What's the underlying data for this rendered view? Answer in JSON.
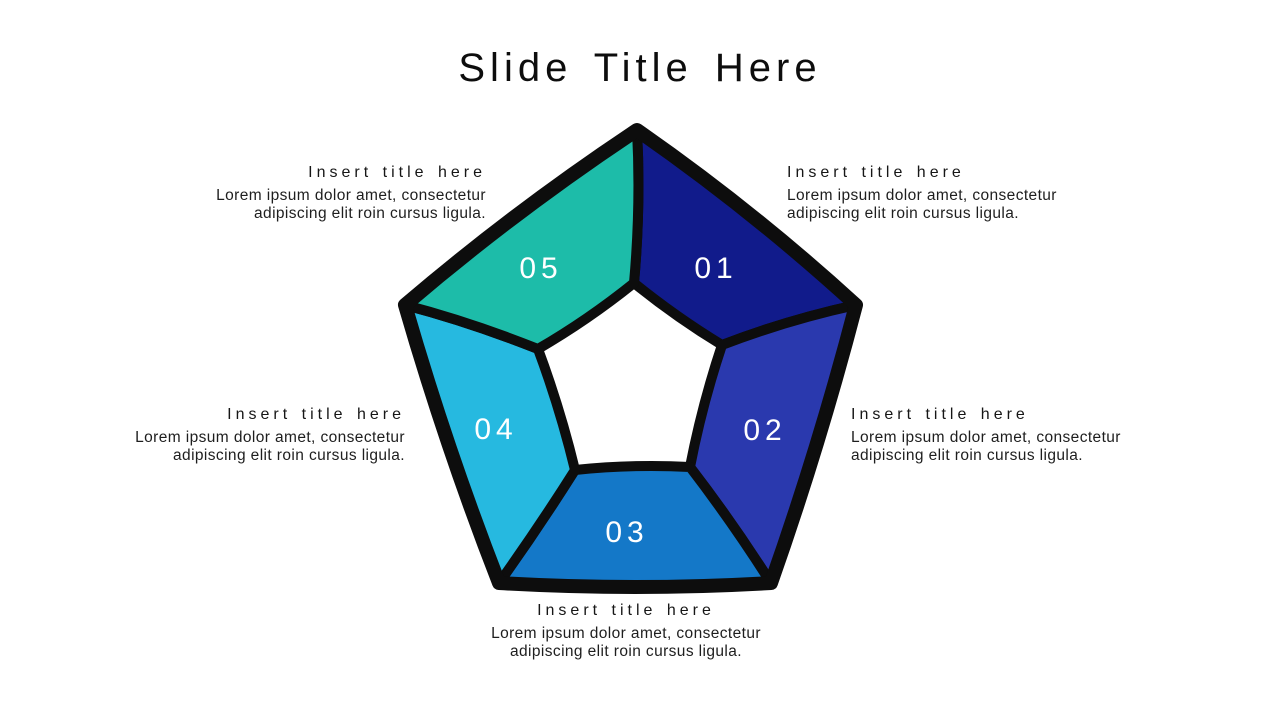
{
  "slide": {
    "title": "Slide Title Here",
    "background": "#ffffff"
  },
  "colors": {
    "outline": "#0d0d0d",
    "number_text": "#ffffff",
    "inner_hole": "#ffffff"
  },
  "diagram": {
    "type": "pentagon-cycle-5-steps",
    "segments": [
      {
        "number": "01",
        "color": "#111b8b",
        "position": "top-right"
      },
      {
        "number": "02",
        "color": "#2a39ae",
        "position": "right"
      },
      {
        "number": "03",
        "color": "#1478c8",
        "position": "bottom"
      },
      {
        "number": "04",
        "color": "#26b9e0",
        "position": "left"
      },
      {
        "number": "05",
        "color": "#1dbca9",
        "position": "top-left"
      }
    ]
  },
  "callouts": [
    {
      "placement": "top-right",
      "title": "Insert title here",
      "body": "Lorem ipsum dolor amet, consectetur adipiscing elit roin cursus ligula."
    },
    {
      "placement": "right",
      "title": "Insert title here",
      "body": "Lorem ipsum dolor amet, consectetur adipiscing elit roin cursus ligula."
    },
    {
      "placement": "bottom",
      "title": "Insert title here",
      "body": "Lorem ipsum dolor amet, consectetur adipiscing elit roin cursus ligula."
    },
    {
      "placement": "left",
      "title": "Insert title here",
      "body": "Lorem ipsum dolor amet, consectetur adipiscing elit roin cursus ligula."
    },
    {
      "placement": "top-left",
      "title": "Insert title here",
      "body": "Lorem ipsum dolor amet, consectetur adipiscing elit roin cursus ligula."
    }
  ]
}
